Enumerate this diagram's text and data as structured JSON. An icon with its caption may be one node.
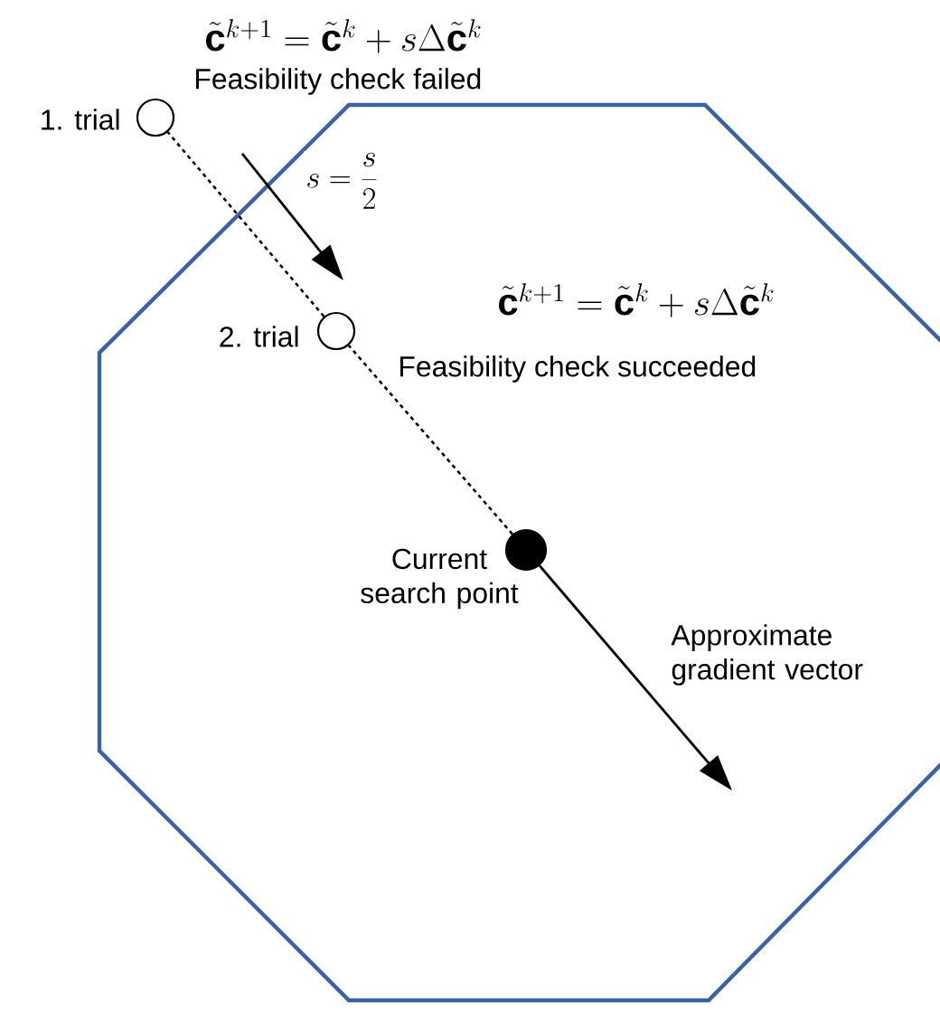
{
  "diagram": {
    "nodes": [
      {
        "text": [],
        "shape": "circle",
        "beside": [
          "1. trial",
          "\\tilde{\\mathbf{c}}^{k+1} = \\tilde{\\mathbf{c}}^{k} + s\\Delta\\tilde{\\mathbf{c}}^{k}",
          "Feasibility check failed"
        ]
      },
      {
        "text": [],
        "shape": "circle",
        "beside": [
          "2. trial",
          "\\tilde{\\mathbf{c}}^{k+1} = \\tilde{\\mathbf{c}}^{k} + s\\Delta\\tilde{\\mathbf{c}}^{k}",
          "Feasibility check succeeded"
        ]
      },
      {
        "text": [],
        "shape": "circle",
        "beside": [
          "Current search point"
        ]
      }
    ],
    "edges": [
      {
        "from": 2,
        "to": 1,
        "arrow": "none",
        "style": "dashed"
      },
      {
        "from": 1,
        "to": 0,
        "arrow": "none",
        "style": "dashed"
      },
      {
        "from": 0,
        "to": 1,
        "arrow": "to",
        "label": "s = \\frac{s}{2}"
      },
      {
        "from": 2,
        "to": null,
        "arrow": "to",
        "label": "Approximate gradient vector"
      }
    ]
  }
}
